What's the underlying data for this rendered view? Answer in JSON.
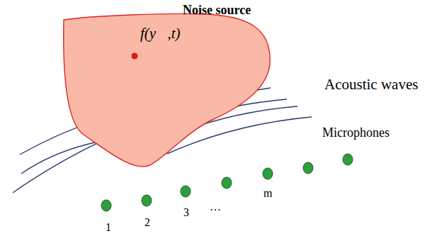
{
  "diagram": {
    "nodes": [
      {
        "text": [
          "Noise source",
          "f(y⃗,t)"
        ]
      }
    ],
    "labels": [
      "Acoustic waves",
      "Microphones",
      "1",
      "2",
      "3",
      "…",
      "m"
    ]
  }
}
